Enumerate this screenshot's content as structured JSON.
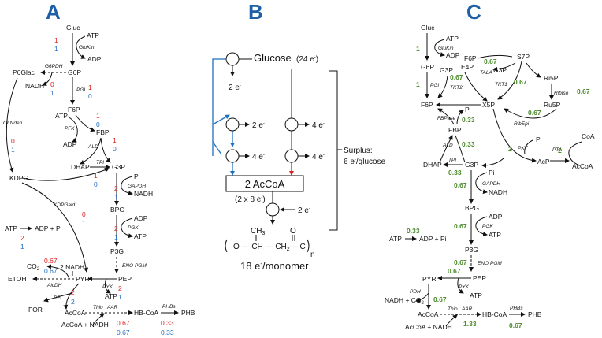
{
  "panels": {
    "a": "A",
    "b": "B",
    "c": "C"
  },
  "panel_a": {
    "metabolites": {
      "gluc": "Gluc",
      "atp1": "ATP",
      "adp1": "ADP",
      "p6glac": "P6Glac",
      "g6p": "G6P",
      "nadh1": "NADH",
      "f6p": "F6P",
      "atp2": "ATP",
      "fbp": "FBP",
      "adp2": "ADP",
      "dhap": "DHAP",
      "g3p": "G3P",
      "kdpg": "KDPG",
      "pi": "Pi",
      "nadh2": "NADH",
      "bpg": "BPG",
      "adp3": "ADP",
      "atp3": "ATP",
      "atp_hyd": "ATP",
      "adp_pi": "ADP + Pi",
      "p3g": "P3G",
      "co2": "CO",
      "co2_sub": "2",
      "nadh_2": "2 NADH",
      "etoh": "ETOH",
      "pyr": "PYR",
      "pep": "PEP",
      "atp4": "ATP",
      "for": "FOR",
      "accoa": "AcCoA",
      "accoa_nadh": "AcCoA + NADH",
      "hbcoa": "HB-CoA",
      "phb": "PHB"
    },
    "enzymes": {
      "glukin": "GluKin",
      "g6pdh": "G6PDH",
      "pgi": "PGI",
      "glndeh": "GLNdeh",
      "pfk": "PFK",
      "ald": "ALD",
      "tpi": "TPI",
      "gapdh": "GAPDH",
      "kdpgald": "KDPGald",
      "pgk": "PGK",
      "eno": "ENO",
      "pgm": "PGM",
      "alcdh": "AlcDH",
      "pyk": "PYK",
      "pfl": "PFL",
      "thio": "Thio",
      "aar": "AAR",
      "phbs": "PHBs"
    },
    "fluxes": {
      "glukin": [
        "1",
        "1"
      ],
      "g6pdh": [
        "0",
        "1"
      ],
      "pgi": [
        "1",
        "0"
      ],
      "glndeh": [
        "0",
        "1"
      ],
      "pfk": [
        "1",
        "0"
      ],
      "ald": [
        "1",
        "0"
      ],
      "tpi": [
        "1",
        "0"
      ],
      "gapdh": [
        "2",
        "1"
      ],
      "kdpgald": [
        "0",
        "1"
      ],
      "atp": [
        "2",
        "1"
      ],
      "pgk": [
        "2",
        "1"
      ],
      "co2": [
        "0.67",
        "0.67"
      ],
      "pyk": [
        "2",
        "1"
      ],
      "pfl": [
        "2",
        "2"
      ],
      "thio": [
        "0.67",
        "0.67"
      ],
      "phbs": [
        "0.33",
        "0.33"
      ]
    }
  },
  "panel_b": {
    "glucose": "Glucose",
    "glucose_e": "(24 e",
    "glucose_e_sup": "-",
    "glucose_e_close": ")",
    "e2_top": "2 e",
    "e2_mid": "2 e",
    "e4_left": "4 e",
    "e4_right_top": "4 e",
    "e4_right_bottom": "4 e",
    "accoa_box": "2 AcCoA",
    "accoa_e": "(2 x 8 e",
    "accoa_e_close": ")",
    "e2_bottom": "2 e",
    "surplus_1": "Surplus:",
    "surplus_2": "6 e",
    "surplus_2_tail": "/glucose",
    "polymer_ch3": "CH",
    "polymer_ch3_sub": "3",
    "polymer_backbone": "O — CH — CH",
    "polymer_ch2_sub": "2",
    "polymer_c": "— C",
    "polymer_o": "O",
    "polymer_n": "n",
    "monomer": "18 e",
    "monomer_tail": "/monomer",
    "sup": "-"
  },
  "panel_c": {
    "metabolites": {
      "gluc": "Gluc",
      "atp1": "ATP",
      "adp1": "ADP",
      "f6p_top": "F6P",
      "s7p": "S7P",
      "g6p": "G6P",
      "g3p_top": "G3P",
      "e4p": "E4P",
      "g3p_r": "G3P",
      "ri5p": "Ri5P",
      "f6p": "F6P",
      "x5p": "X5P",
      "ru5p": "Ru5P",
      "pi1": "Pi",
      "fbp": "FBP",
      "coa": "CoA",
      "pi2": "Pi",
      "acp": "AcP",
      "accoa1": "AcCoA",
      "dhap": "DHAP",
      "g3p": "G3P",
      "pi3": "Pi",
      "nadh": "NADH",
      "bpg": "BPG",
      "adp2": "ADP",
      "atp2": "ATP",
      "atp_hyd": "ATP",
      "adp_pi": "ADP + Pi",
      "p3g": "P3G",
      "pep": "PEP",
      "pyr": "PYR",
      "atp3": "ATP",
      "nadh_co2": "NADH + CO",
      "nadh_co2_sub": "2",
      "accoa2": "AcCoA",
      "hbcoa": "HB-CoA",
      "phb": "PHB",
      "accoa_nadh": "AcCoA + NADH"
    },
    "enzymes": {
      "glukin": "GluKin",
      "tala": "TALA",
      "tkt2": "TKT2",
      "pgi": "PGI",
      "tkt1": "TKT1",
      "ribiso": "RibIso",
      "ribepi": "RibEpi",
      "fbpase": "FBPase",
      "ald": "ALD",
      "tpi": "TPI",
      "pkt": "PKT",
      "pta": "PTA",
      "gapdh": "GAPDH",
      "pgk": "PGK",
      "eno": "ENO",
      "pgm": "PGM",
      "pyk": "PYK",
      "pdh": "PDH",
      "thio": "Thio",
      "aar": "AAR",
      "phbs": "PHBs"
    },
    "fluxes": {
      "glukin": "1",
      "tala": "0.67",
      "tkt2": "0.67",
      "pgi": "1",
      "tkt1": "0.67",
      "ribiso": "0.67",
      "ribepi": "0.67",
      "fbpase": "0.33",
      "ald": "0.33",
      "tpi": "0.33",
      "pkt": "2",
      "pta": "2",
      "gapdh": "0.67",
      "pgk": "0.67",
      "atp": "0.33",
      "eno": "0.67",
      "pyk": "0.67",
      "pdh": "0.67",
      "thio": "1.33",
      "phbs": "0.67"
    }
  },
  "colors": {
    "title": "#1f5fa8",
    "red": "#e02020",
    "blue": "#1f6fc0",
    "green": "#4a8a2a"
  }
}
